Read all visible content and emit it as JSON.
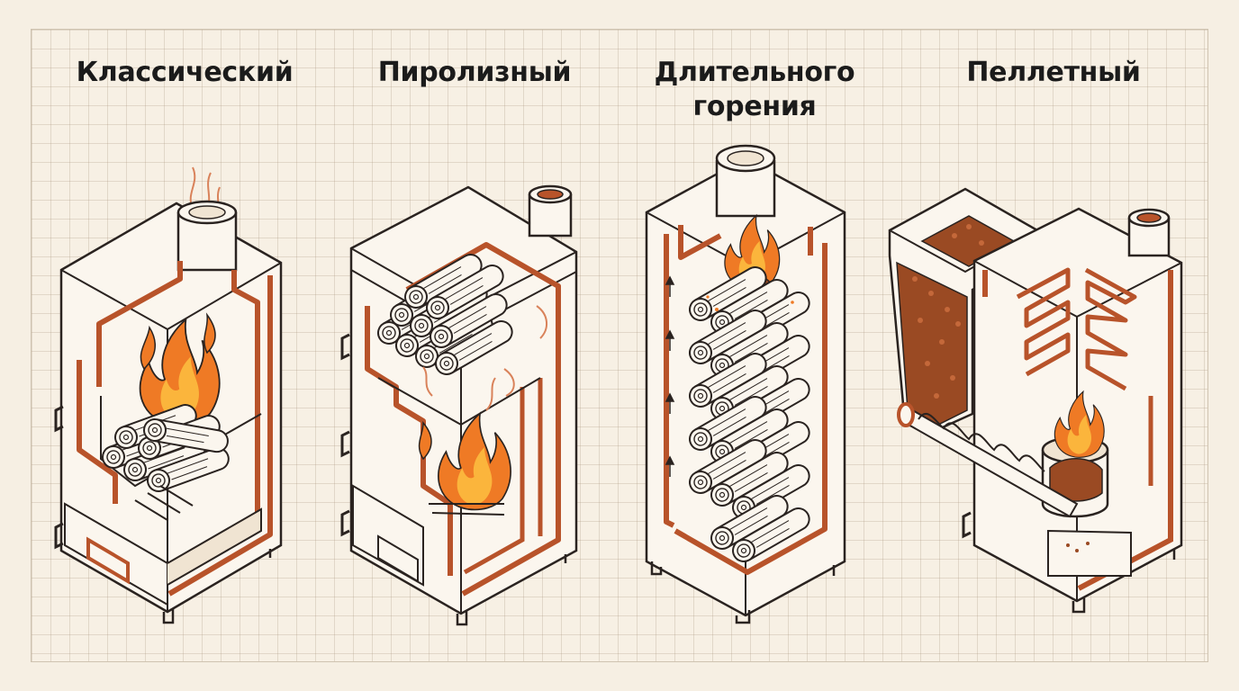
{
  "boilers": [
    {
      "title_lines": [
        "Классический"
      ]
    },
    {
      "title_lines": [
        "Пиролизный"
      ]
    },
    {
      "title_lines": [
        "Длительного",
        "горения"
      ]
    },
    {
      "title_lines": [
        "Пеллетный"
      ]
    }
  ],
  "colors": {
    "background": "#f6efe3",
    "grid": "#d9ccb9",
    "outline": "#2a2320",
    "water_jacket": "#b8532a",
    "body_fill": "#fbf6ee",
    "flame_outer": "#ef7a25",
    "flame_inner": "#fbb53c",
    "pellets": "#9a4a23",
    "smoke": "#d9825a"
  },
  "icons": [
    "flame-icon",
    "log-icon",
    "pellet-icon",
    "chimney-icon",
    "door-handle-icon",
    "auger-icon"
  ]
}
